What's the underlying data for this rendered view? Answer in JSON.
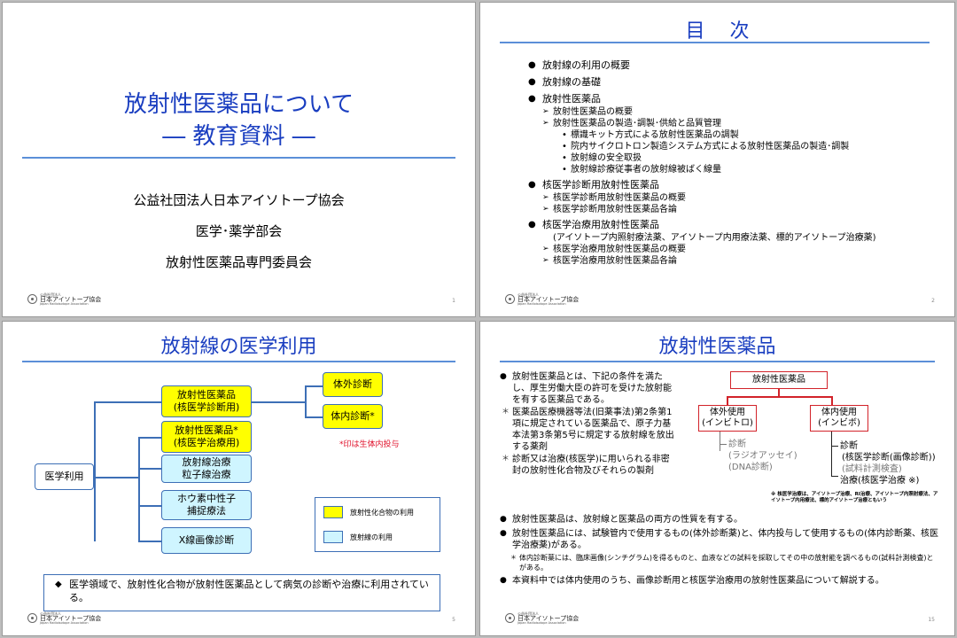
{
  "slide1": {
    "title_line1": "放射性医薬品について",
    "title_line2": "― 教育資料 ―",
    "org1": "公益社団法人日本アイソトープ協会",
    "org2": "医学･薬学部会",
    "org3": "放射性医薬品専門委員会",
    "page": "1"
  },
  "logo": {
    "small": "公益社団法人",
    "main": "日本アイソトープ協会",
    "en": "Japan Radioisotope Association"
  },
  "slide2": {
    "title": "目次",
    "items": [
      {
        "level": 1,
        "text": "放射線の利用の概要"
      },
      {
        "level": 1,
        "text": "放射線の基礎"
      },
      {
        "level": 1,
        "text": "放射性医薬品"
      },
      {
        "level": 2,
        "text": "放射性医薬品の概要"
      },
      {
        "level": 2,
        "text": "放射性医薬品の製造･調製･供給と品質管理"
      },
      {
        "level": 3,
        "text": "標識キット方式による放射性医薬品の調製"
      },
      {
        "level": 3,
        "text": "院内サイクロトロン製造システム方式による放射性医薬品の製造･調製"
      },
      {
        "level": 3,
        "text": "放射線の安全取扱"
      },
      {
        "level": 3,
        "text": "放射線診療従事者の放射線被ばく線量"
      },
      {
        "level": 1,
        "text": "核医学診断用放射性医薬品"
      },
      {
        "level": 2,
        "text": "核医学診断用放射性医薬品の概要"
      },
      {
        "level": 2,
        "text": "核医学診断用放射性医薬品各論"
      },
      {
        "level": 1,
        "text": "核医学治療用放射性医薬品"
      },
      {
        "level": 0,
        "text": "(アイソトープ内照射療法薬、アイソトープ内用療法薬、標的アイソトープ治療薬)"
      },
      {
        "level": 2,
        "text": "核医学治療用放射性医薬品の概要"
      },
      {
        "level": 2,
        "text": "核医学治療用放射性医薬品各論"
      }
    ],
    "page": "2"
  },
  "slide3": {
    "title": "放射線の医学利用",
    "root": "医学利用",
    "diag_line1": "放射性医薬品",
    "diag_line2": "(核医学診断用)",
    "ther_line1": "放射性医薬品*",
    "ther_line2": "(核医学治療用)",
    "rad_line1": "放射線治療",
    "rad_line2": "粒子線治療",
    "bnct_line1": "ホウ素中性子",
    "bnct_line2": "捕捉療法",
    "xray": "X線画像診断",
    "invitro": "体外診断",
    "invivo": "体内診断*",
    "red_note": "*印は生体内投与",
    "legend_yellow": "放射性化合物の利用",
    "legend_cyan": "放射線の利用",
    "note": "医学領域で、放射性化合物が放射性医薬品として病気の診断や治療に利用されている。",
    "page": "5",
    "colors": {
      "yellow": "#ffff00",
      "cyan": "#cff5ff",
      "border": "#3d6fb6",
      "red": "#e0102a"
    }
  },
  "slide4": {
    "title": "放射性医薬品",
    "p1": "放射性医薬品とは、下記の条件を満たし、厚生労働大臣の許可を受けた放射能を有する医薬品である。",
    "a1": "医薬品医療機器等法(旧薬事法)第2条第1項に規定されている医薬品で、原子力基本法第3条第5号に規定する放射線を放出する薬剤",
    "a2": "診断又は治療(核医学)に用いられる非密封の放射性化合物及びそれらの製剤",
    "diagram": {
      "top": "放射性医薬品",
      "left_line1": "体外使用",
      "left_line2": "(インビトロ)",
      "right_line1": "体内使用",
      "right_line2": "(インビボ)",
      "left_sub1": "診断",
      "left_sub2": "(ラジオアッセイ)",
      "left_sub3": "(DNA診断)",
      "right_sub1": "診断",
      "right_sub2": "(核医学診断(画像診断))",
      "right_sub3": "(試料計測検査)",
      "right_sub4": "治療(核医学治療 ※)",
      "footnote": "※ 核医学治療は、アイソトープ治療、RI治療、アイソトープ内照射療法、アイソトープ内用療法、標的アイソトープ治療ともいう"
    },
    "p2": "放射性医薬品は、放射線と医薬品の両方の性質を有する。",
    "p3": "放射性医薬品には、試験管内で使用するもの(体外診断薬)と、体内投与して使用するもの(体内診断薬、核医学治療薬)がある。",
    "p3_note": "体内診断薬には、臨床画像(シンチグラム)を得るものと、血液などの試料を採取してその中の放射能を調べるもの(試料計測検査)とがある。",
    "p4": "本資料中では体内使用のうち、画像診断用と核医学治療用の放射性医薬品について解説する。",
    "page": "15"
  }
}
